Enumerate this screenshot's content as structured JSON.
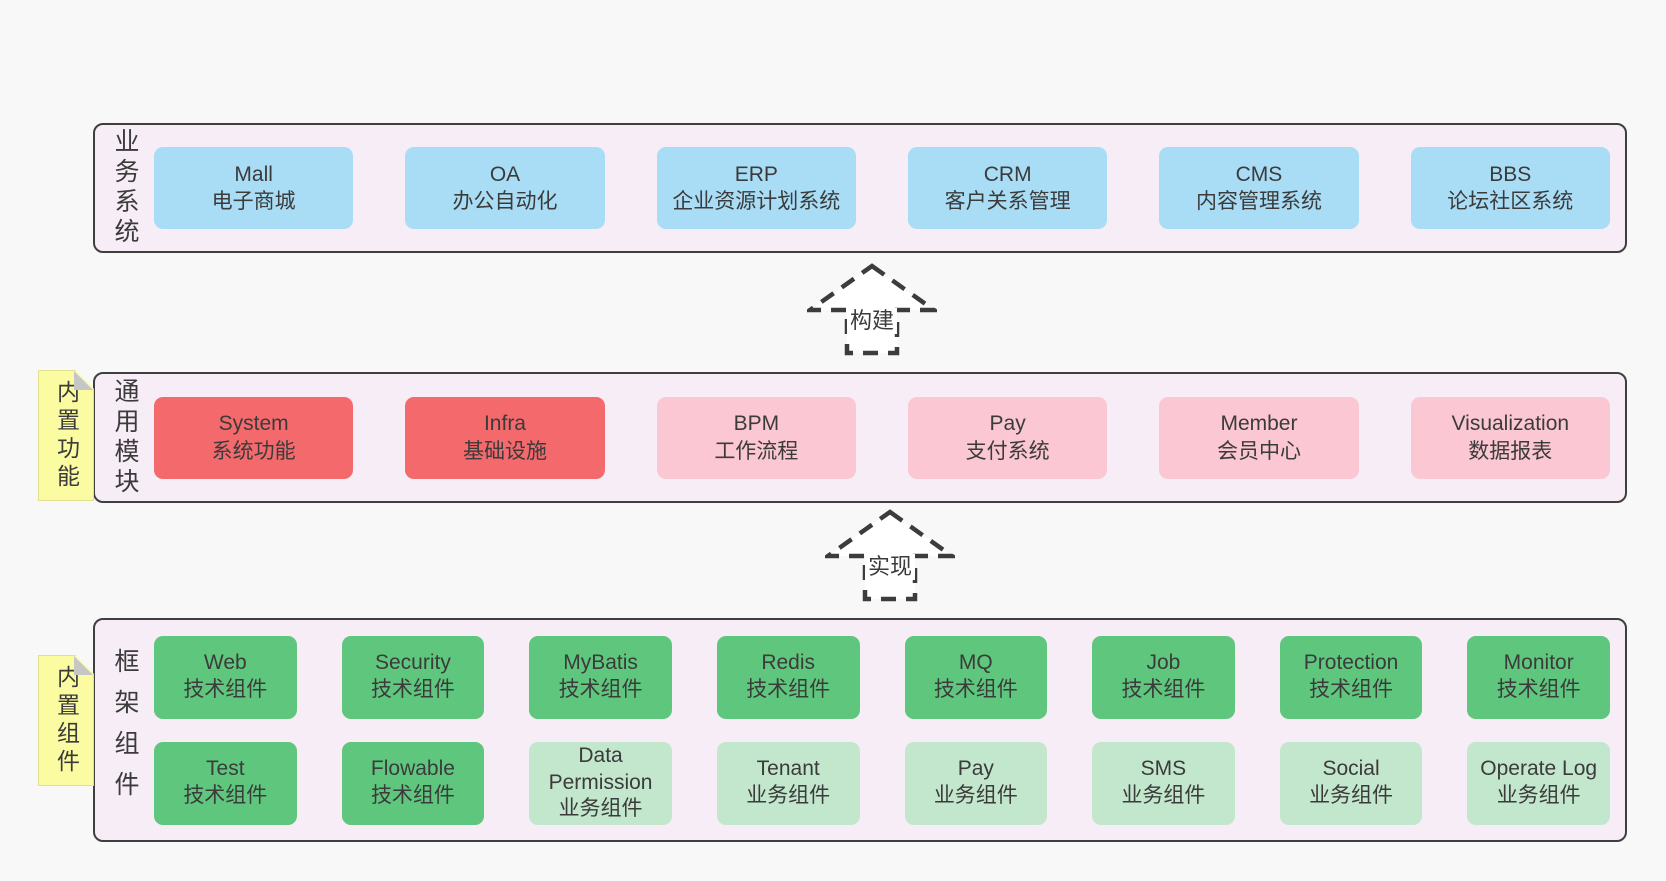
{
  "sections": {
    "business": {
      "label": "业务系统",
      "boxes": [
        {
          "title": "Mall",
          "subtitle": "电子商城"
        },
        {
          "title": "OA",
          "subtitle": "办公自动化"
        },
        {
          "title": "ERP",
          "subtitle": "企业资源计划系统"
        },
        {
          "title": "CRM",
          "subtitle": "客户关系管理"
        },
        {
          "title": "CMS",
          "subtitle": "内容管理系统"
        },
        {
          "title": "BBS",
          "subtitle": "论坛社区系统"
        }
      ]
    },
    "modules": {
      "label": "通用模块",
      "note": "内置功能",
      "boxes": [
        {
          "title": "System",
          "subtitle": "系统功能",
          "emphasis": true
        },
        {
          "title": "Infra",
          "subtitle": "基础设施",
          "emphasis": true
        },
        {
          "title": "BPM",
          "subtitle": "工作流程",
          "emphasis": false
        },
        {
          "title": "Pay",
          "subtitle": "支付系统",
          "emphasis": false
        },
        {
          "title": "Member",
          "subtitle": "会员中心",
          "emphasis": false
        },
        {
          "title": "Visualization",
          "subtitle": "数据报表",
          "emphasis": false
        }
      ]
    },
    "framework": {
      "label": "框架组件",
      "note": "内置组件",
      "rows": [
        [
          {
            "title": "Web",
            "subtitle": "技术组件"
          },
          {
            "title": "Security",
            "subtitle": "技术组件"
          },
          {
            "title": "MyBatis",
            "subtitle": "技术组件"
          },
          {
            "title": "Redis",
            "subtitle": "技术组件"
          },
          {
            "title": "MQ",
            "subtitle": "技术组件"
          },
          {
            "title": "Job",
            "subtitle": "技术组件"
          },
          {
            "title": "Protection",
            "subtitle": "技术组件"
          },
          {
            "title": "Monitor",
            "subtitle": "技术组件"
          }
        ],
        [
          {
            "title": "Test",
            "subtitle": "技术组件"
          },
          {
            "title": "Flowable",
            "subtitle": "技术组件"
          },
          {
            "title": "Data Permission",
            "subtitle": "业务组件"
          },
          {
            "title": "Tenant",
            "subtitle": "业务组件"
          },
          {
            "title": "Pay",
            "subtitle": "业务组件"
          },
          {
            "title": "SMS",
            "subtitle": "业务组件"
          },
          {
            "title": "Social",
            "subtitle": "业务组件"
          },
          {
            "title": "Operate Log",
            "subtitle": "业务组件"
          }
        ]
      ]
    }
  },
  "arrows": {
    "build": "构建",
    "implement": "实现"
  },
  "colors": {
    "page_background": "#f8f8f8",
    "panel_fill": "#f7edf6",
    "panel_border": "#3f3f3f",
    "business_box": "#a9dcf5",
    "core_module_box": "#f3696c",
    "module_box": "#fbc7d2",
    "tech_component_box": "#5fc77d",
    "biz_component_box": "#c2e7cc",
    "note_fill": "#fbfba1",
    "note_fold": "#c6c6c6"
  }
}
